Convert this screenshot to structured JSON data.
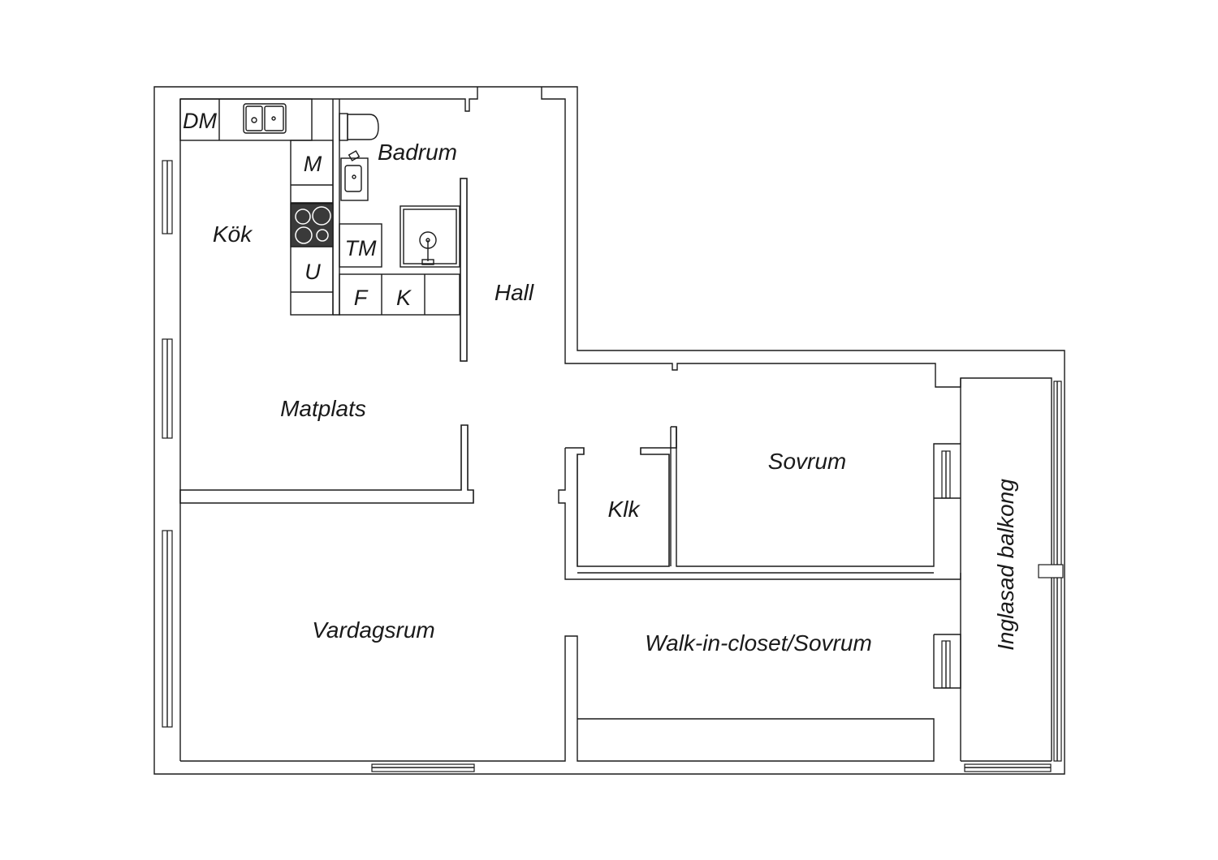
{
  "rooms": {
    "kitchen": "Kök",
    "bathroom": "Badrum",
    "hall": "Hall",
    "dining": "Matplats",
    "living": "Vardagsrum",
    "bedroom": "Sovrum",
    "closet": "Klk",
    "walk_in": "Walk-in-closet/Sovrum",
    "balcony": "Inglasad balkong"
  },
  "fixtures": {
    "dishwasher": "DM",
    "microwave": "M",
    "oven": "U",
    "washer": "TM",
    "freezer": "F",
    "fridge": "K"
  },
  "colors": {
    "line": "#1a1a1a",
    "background": "#ffffff",
    "stove": "#3a3a3a"
  }
}
